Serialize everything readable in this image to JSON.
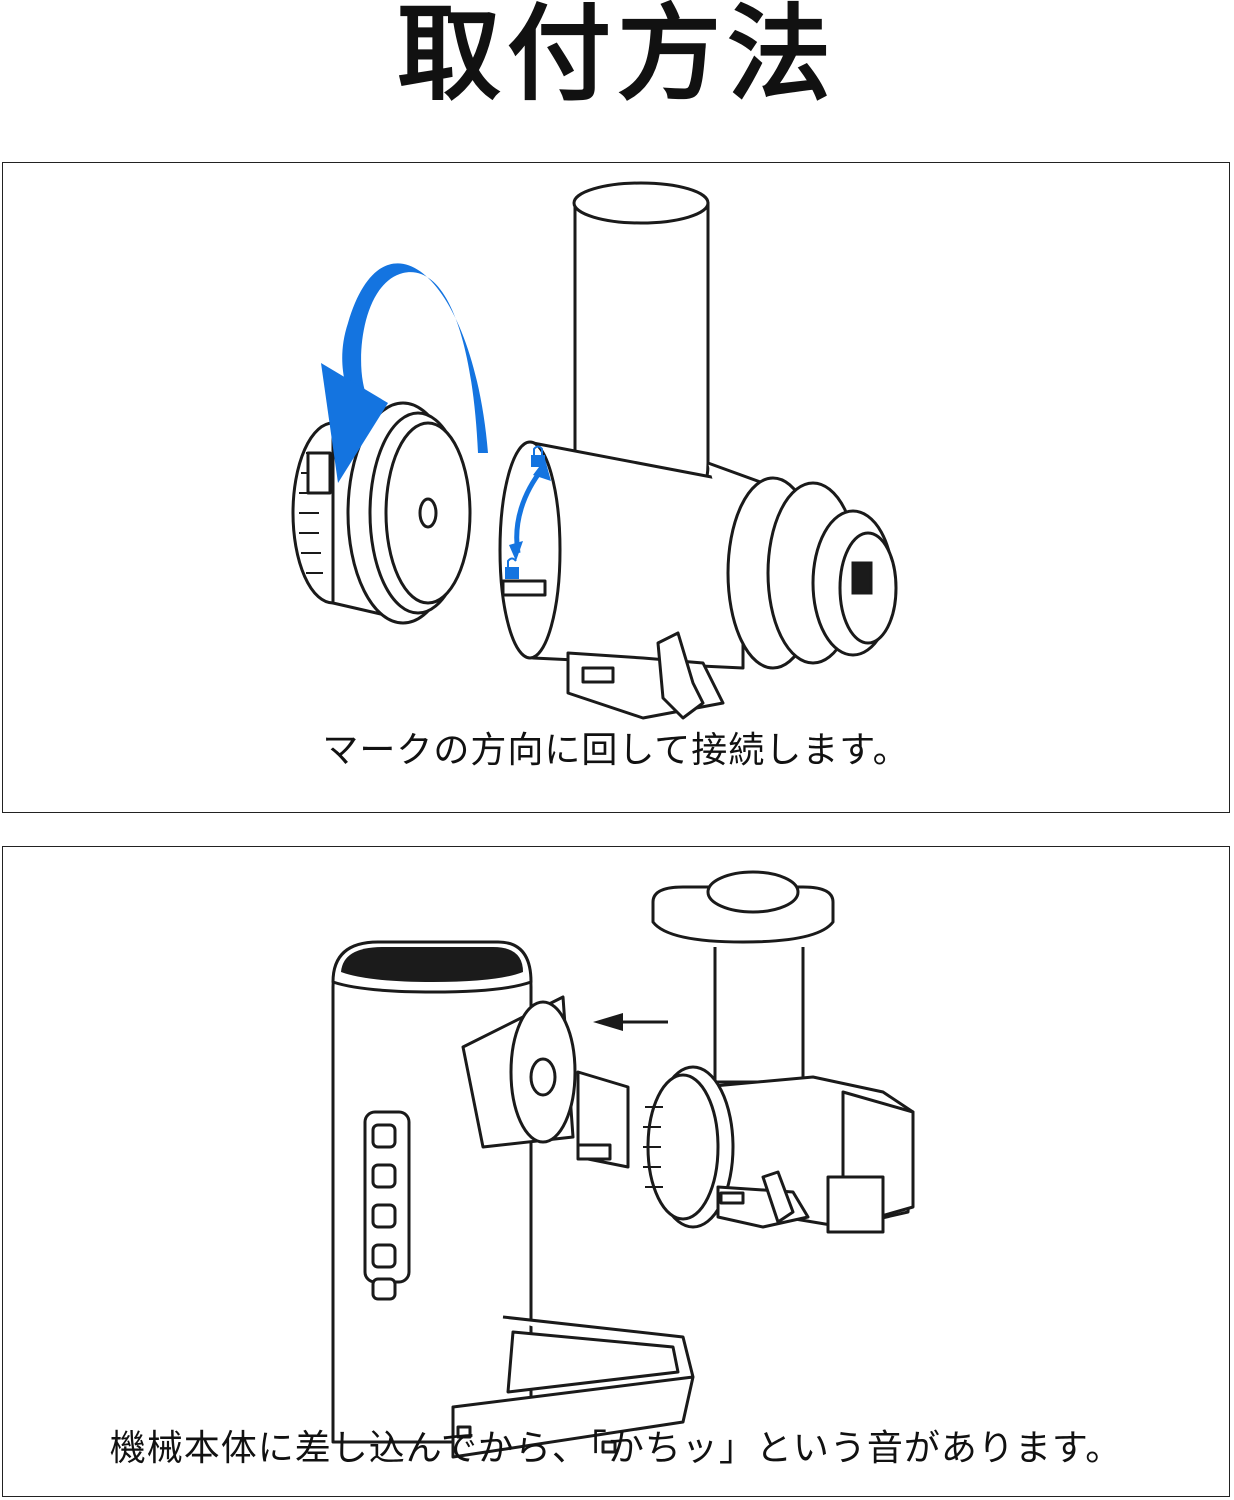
{
  "title": "取付方法",
  "steps": [
    {
      "caption": "マークの方向に回して接続します。",
      "icons": [
        "rotate-arrow-icon",
        "lock-icon",
        "unlock-icon"
      ]
    },
    {
      "caption": "機械本体に差し込んでから、「かちッ」という音があります。",
      "icons": [
        "insert-arrow-icon"
      ]
    }
  ],
  "colors": {
    "accent": "#1474e0",
    "line": "#1a1a1a"
  }
}
